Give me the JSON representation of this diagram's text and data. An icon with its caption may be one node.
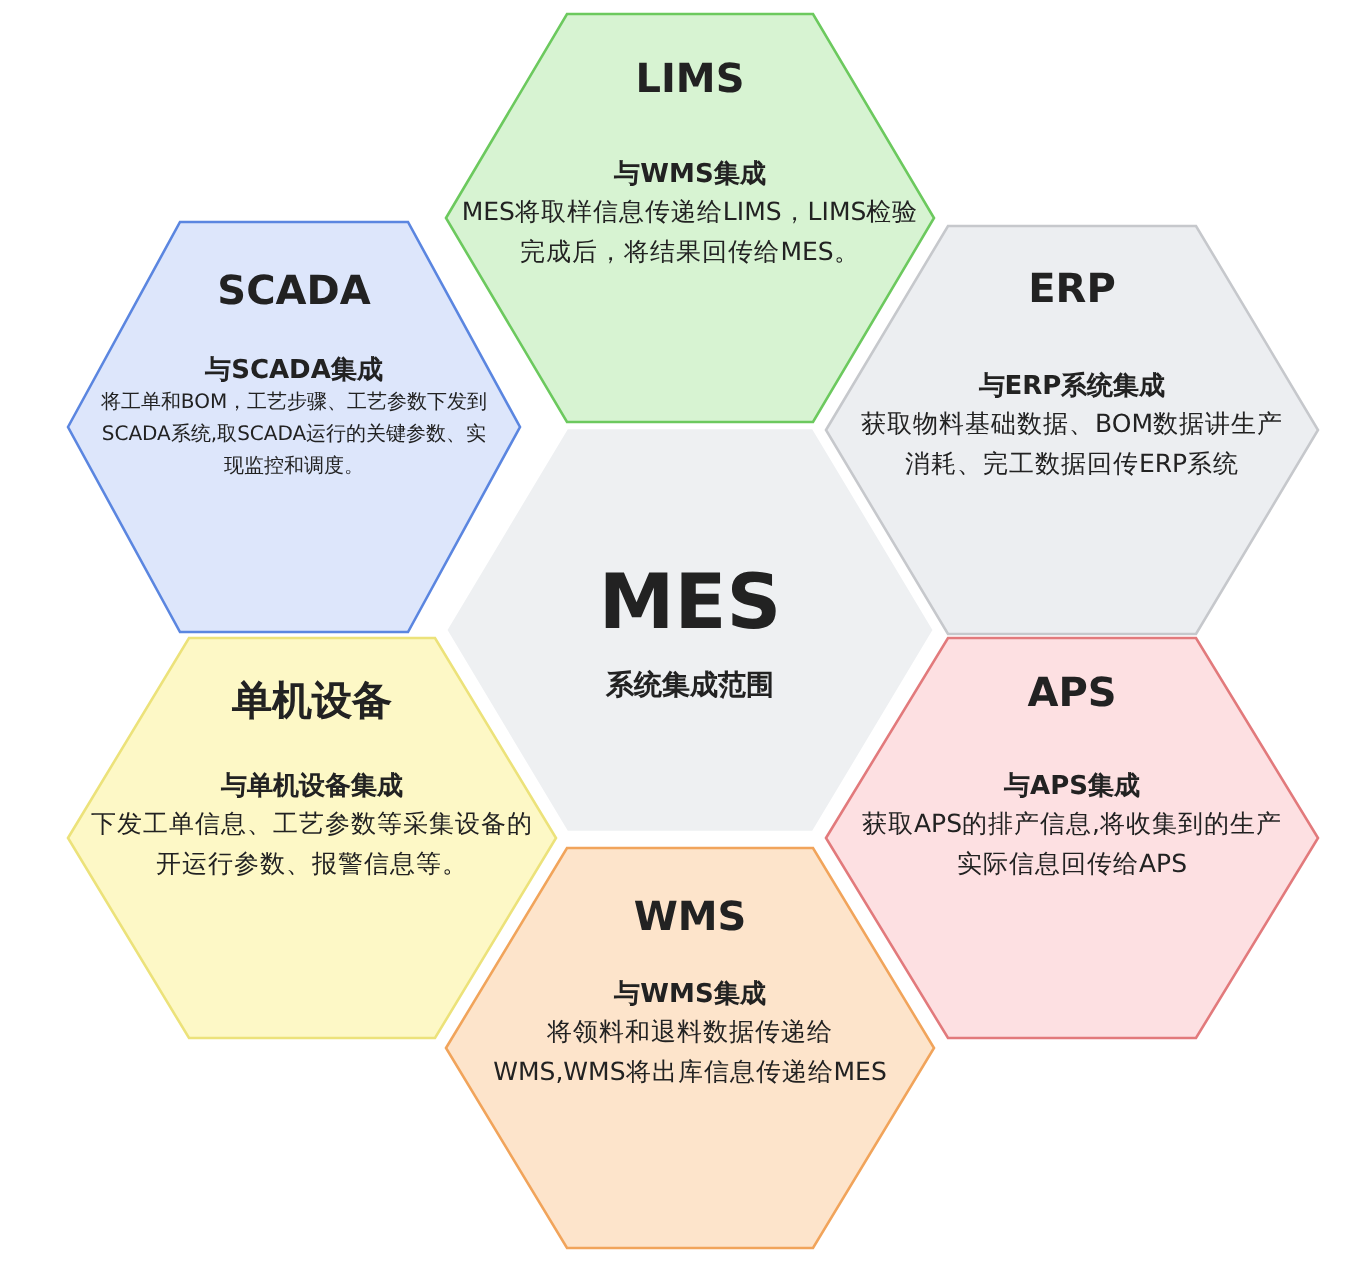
{
  "diagram": {
    "nodes": [
      {
        "text": [
          "MES",
          "系统集成范围"
        ]
      },
      {
        "text": [
          "LIMS",
          "与WMS集成",
          "MES将取样信息传递给LIMS，LIMS检验完成后，将结果回传给MES。"
        ]
      },
      {
        "text": [
          "SCADA",
          "与SCADA集成",
          "将工单和BOM，工艺步骤、工艺参数下发到SCADA系统,取SCADA运行的关键参数、实现监控和调度。"
        ]
      },
      {
        "text": [
          "ERP",
          "与ERP系统集成",
          "获取物料基础数据、BOM数据讲生产消耗、完工数据回传ERP系统"
        ]
      },
      {
        "text": [
          "单机设备",
          "与单机设备集成",
          "下发工单信息、工艺参数等采集设备的开运行参数、报警信息等。"
        ]
      },
      {
        "text": [
          "APS",
          "与APS集成",
          "获取APS的排产信息,将收集到的生产实际信息回传给APS"
        ]
      },
      {
        "text": [
          "WMS",
          "与WMS集成",
          "将领料和退料数据传递给WMS,WMS将出库信息传递给MES"
        ]
      }
    ]
  }
}
